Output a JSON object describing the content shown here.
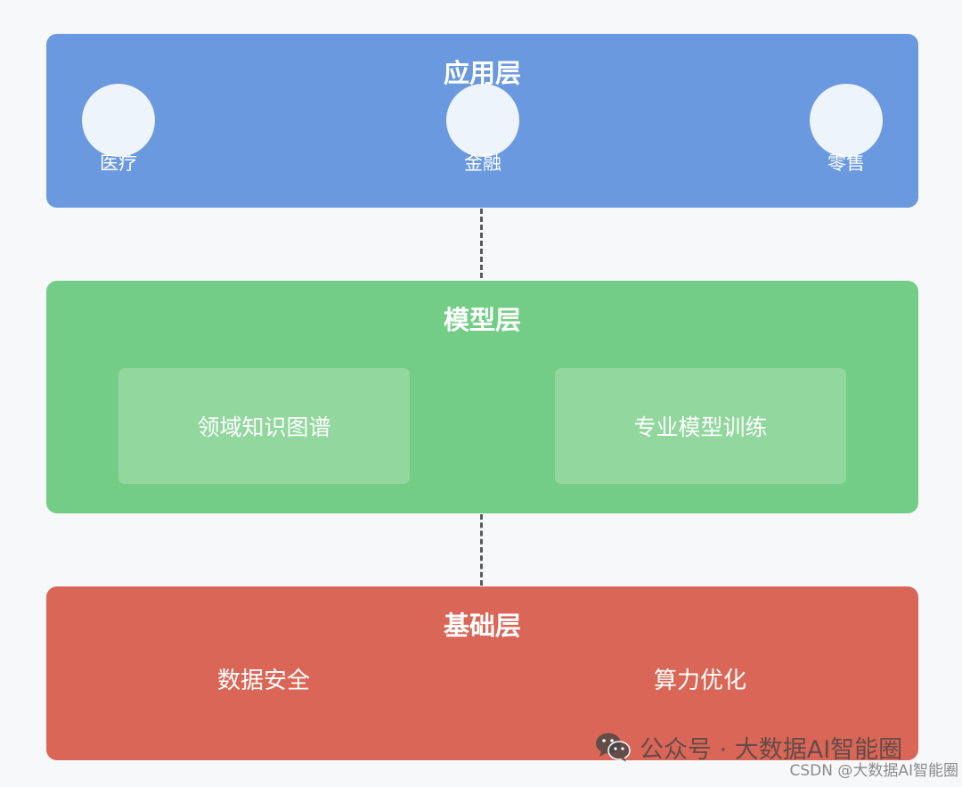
{
  "colors": {
    "background": "#f7f8fa",
    "application_layer": "#6a99df",
    "model_layer": "#73cd86",
    "model_box": "#92d79e",
    "foundation_layer": "#d96656",
    "connector": "#5a5a5a"
  },
  "application_layer": {
    "title": "应用层",
    "items": [
      {
        "label": "医疗"
      },
      {
        "label": "金融"
      },
      {
        "label": "零售"
      }
    ]
  },
  "model_layer": {
    "title": "模型层",
    "boxes": [
      {
        "label": "领域知识图谱"
      },
      {
        "label": "专业模型训练"
      }
    ]
  },
  "foundation_layer": {
    "title": "基础层",
    "items": [
      {
        "label": "数据安全"
      },
      {
        "label": "算力优化"
      }
    ]
  },
  "watermarks": {
    "wechat_icon": "wechat-icon",
    "wechat": "公众号 · 大数据AI智能圈",
    "csdn": "CSDN @大数据AI智能圈"
  }
}
